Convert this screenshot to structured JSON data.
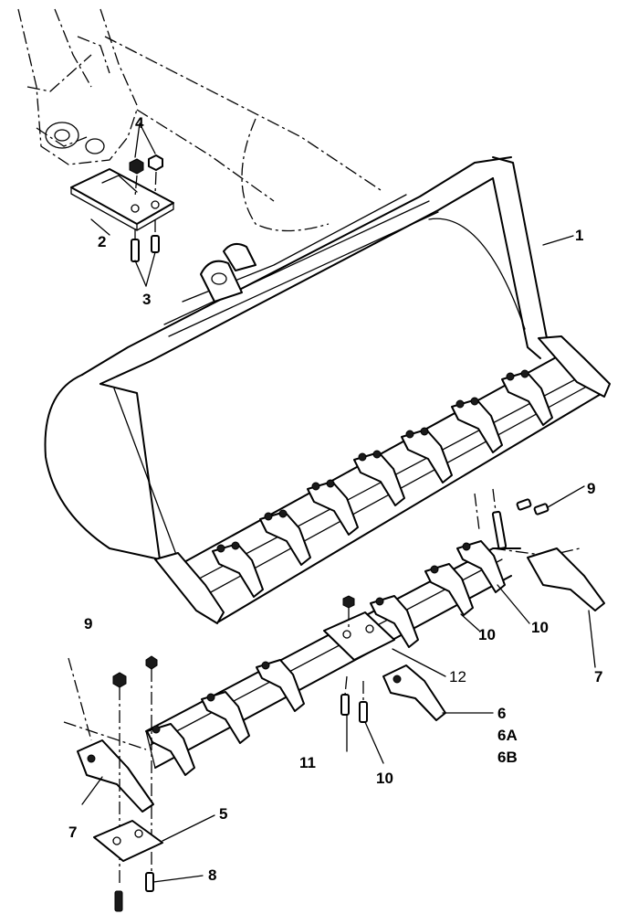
{
  "callouts": [
    {
      "id": "c1",
      "text": "1"
    },
    {
      "id": "c2",
      "text": "2"
    },
    {
      "id": "c3",
      "text": "3"
    },
    {
      "id": "c4",
      "text": "4"
    },
    {
      "id": "c5",
      "text": "5"
    },
    {
      "id": "c6",
      "text": "6"
    },
    {
      "id": "c6a",
      "text": "6A"
    },
    {
      "id": "c6b",
      "text": "6B"
    },
    {
      "id": "c7a",
      "text": "7"
    },
    {
      "id": "c7b",
      "text": "7"
    },
    {
      "id": "c8",
      "text": "8"
    },
    {
      "id": "c9a",
      "text": "9"
    },
    {
      "id": "c9b",
      "text": "9"
    },
    {
      "id": "c10a",
      "text": "10"
    },
    {
      "id": "c10b",
      "text": "10"
    },
    {
      "id": "c10c",
      "text": "10"
    },
    {
      "id": "c11",
      "text": "11"
    },
    {
      "id": "c12",
      "text": "12"
    }
  ]
}
